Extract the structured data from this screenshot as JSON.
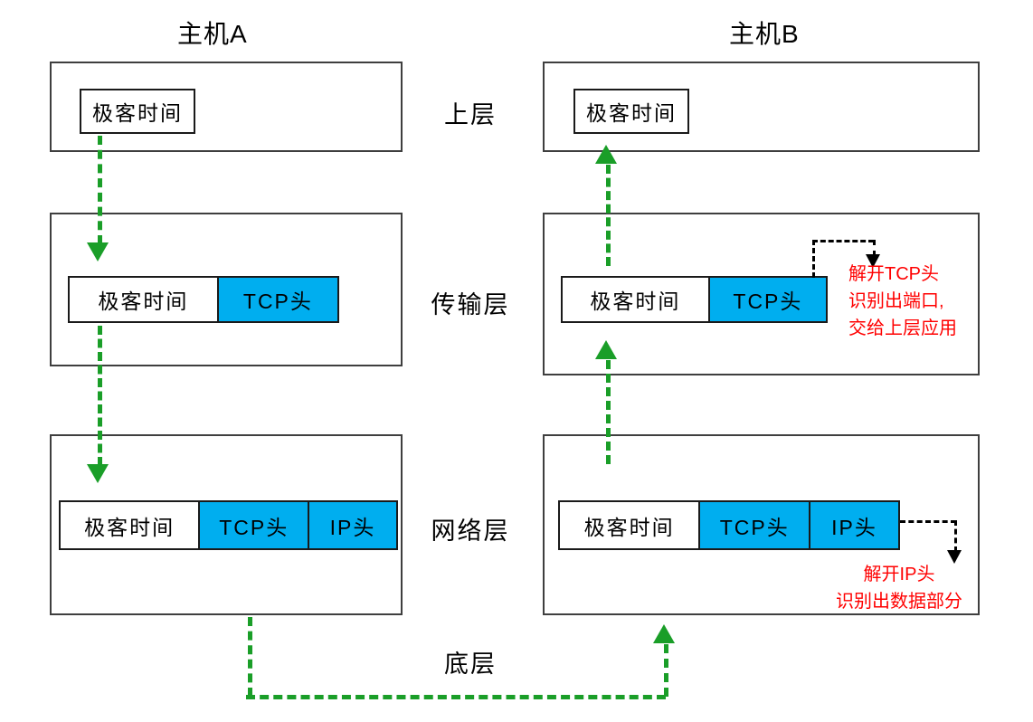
{
  "diagram": {
    "title_host_a": "主机A",
    "title_host_b": "主机B",
    "layers": [
      {
        "key": "upper",
        "label": "上层"
      },
      {
        "key": "transport",
        "label": "传输层"
      },
      {
        "key": "network",
        "label": "网络层"
      },
      {
        "key": "bottom",
        "label": "底层"
      }
    ],
    "payload_label": "极客时间",
    "tcp_header_label": "TCP头",
    "ip_header_label": "IP头",
    "host_a": {
      "upper": {
        "segments": [
          "极客时间"
        ]
      },
      "transport": {
        "segments": [
          "极客时间",
          "TCP头"
        ]
      },
      "network": {
        "segments": [
          "极客时间",
          "TCP头",
          "IP头"
        ]
      }
    },
    "host_b": {
      "upper": {
        "segments": [
          "极客时间"
        ]
      },
      "transport": {
        "segments": [
          "极客时间",
          "TCP头"
        ]
      },
      "network": {
        "segments": [
          "极客时间",
          "TCP头",
          "IP头"
        ]
      }
    },
    "annotations": {
      "transport_note": {
        "lines": [
          "解开TCP头",
          "识别出端口,",
          "交给上层应用"
        ]
      },
      "network_note": {
        "lines": [
          "解开IP头",
          "识别出数据部分"
        ]
      }
    },
    "flow": {
      "host_a_direction": "down",
      "host_b_direction": "up",
      "bottom_direction": "a-to-b"
    },
    "colors": {
      "header_fill": "#00AEEF",
      "flow_arrow": "#1A9E28",
      "annotation": "#FF0000",
      "frame_border": "#3F3F3F",
      "packet_border": "#1A1A1A",
      "background": "#FFFFFF"
    }
  }
}
